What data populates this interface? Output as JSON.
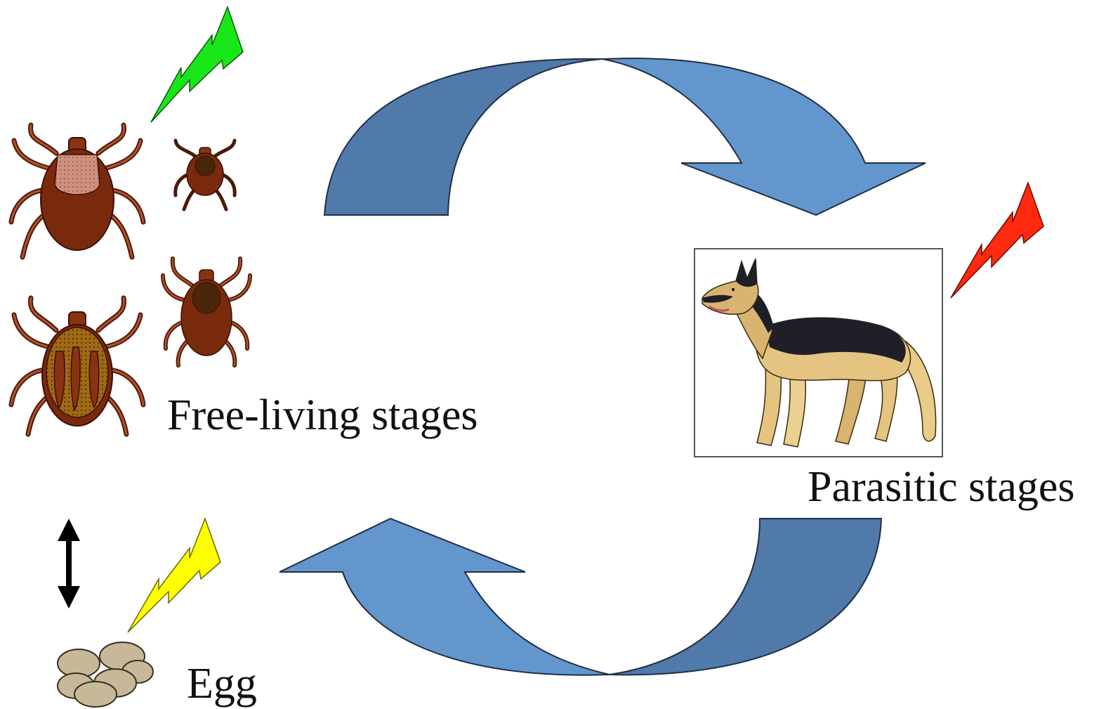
{
  "labels": {
    "free_living": "Free-living stages",
    "parasitic": "Parasitic stages",
    "egg": "Egg"
  },
  "colors": {
    "arrow_light": "#6396cd",
    "arrow_dark": "#4f7aaa",
    "arrow_outline": "#1f2f45",
    "lightning_free_living": "#19e619",
    "lightning_parasitic": "#ff2a10",
    "lightning_egg": "#ffff00",
    "tick_body": "#7a2a0c",
    "tick_dark": "#4a1a08",
    "egg_fill": "#c8b89a"
  },
  "icons": {
    "cycle_arrow_top": "curved-arrow-right",
    "cycle_arrow_bottom": "curved-arrow-left",
    "stress_marker": "lightning-bolt",
    "host": "dog",
    "free_living": "tick",
    "transition": "double-headed-arrow",
    "eggs": "egg-cluster"
  }
}
